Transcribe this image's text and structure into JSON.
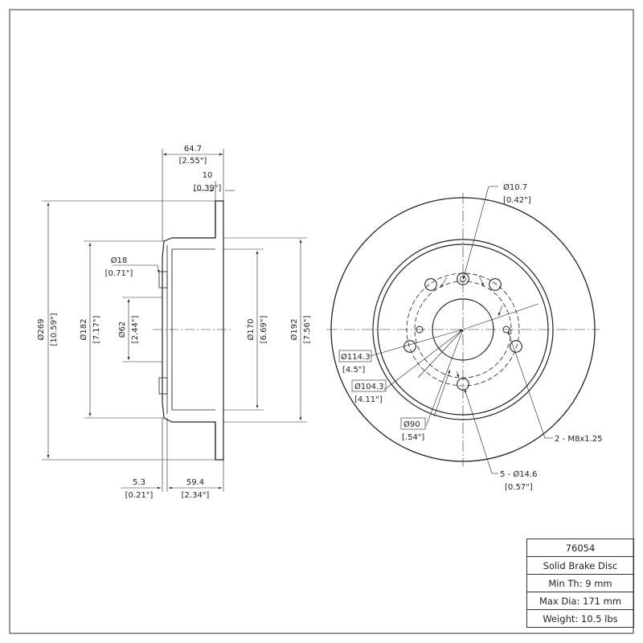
{
  "side_view": {
    "overall_width": {
      "mm": "64.7",
      "in": "[2.55\"]"
    },
    "disc_thickness": {
      "mm": "10",
      "in": "[0.39\"]"
    },
    "stud_hole": {
      "mm": "Ø18",
      "in": "[0.71\"]"
    },
    "diameter_269": {
      "mm": "Ø269",
      "in": "[10.59\"]"
    },
    "diameter_182": {
      "mm": "Ø182",
      "in": "[7.17\"]"
    },
    "diameter_62": {
      "mm": "Ø62",
      "in": "[2.44\"]"
    },
    "diameter_170": {
      "mm": "Ø170",
      "in": "[6.69\"]"
    },
    "diameter_192": {
      "mm": "Ø192",
      "in": "[7.56\"]"
    },
    "hat_thickness": {
      "mm": "5.3",
      "in": "[0.21\"]"
    },
    "hat_height": {
      "mm": "59.4",
      "in": "[2.34\"]"
    }
  },
  "front_view": {
    "small_hole": {
      "mm": "Ø10.7",
      "in": "[0.42\"]"
    },
    "pcd_114": {
      "mm": "Ø114.3",
      "in": "[4.5\"]"
    },
    "pcd_104": {
      "mm": "Ø104.3",
      "in": "[4.11\"]"
    },
    "center_90": {
      "mm": "Ø90",
      "in": "[.54\"]"
    },
    "thread": "2 - M8x1.25",
    "lug_holes": {
      "mm": "5 - Ø14.6",
      "in": "[0.57\"]"
    }
  },
  "specs": {
    "part_number": "76054",
    "type": "Solid Brake Disc",
    "min_thickness": "Min Th: 9 mm",
    "max_diameter": "Max Dia: 171 mm",
    "weight": "Weight: 10.5 lbs"
  }
}
